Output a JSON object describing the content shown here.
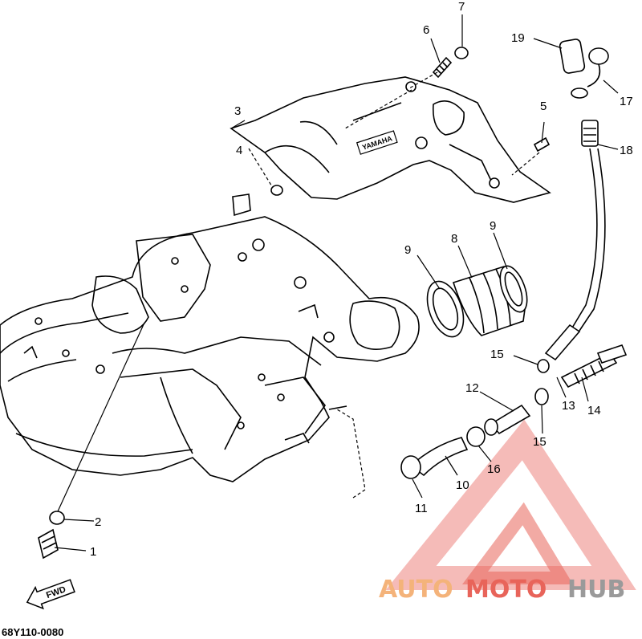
{
  "diagram_code": "68Y110-0080",
  "fwd_label": "FWD",
  "brand_mark": "YAMAHA",
  "watermark": {
    "part1": "AUTO",
    "part2": "MOTO",
    "part3": "HUB",
    "color1": "#f4b37a",
    "color2": "#e8645a",
    "color3": "#9a9a9a"
  },
  "callouts": [
    "1",
    "2",
    "3",
    "4",
    "5",
    "6",
    "7",
    "8",
    "9",
    "9",
    "10",
    "11",
    "12",
    "13",
    "14",
    "15",
    "15",
    "16",
    "17",
    "18",
    "19"
  ]
}
